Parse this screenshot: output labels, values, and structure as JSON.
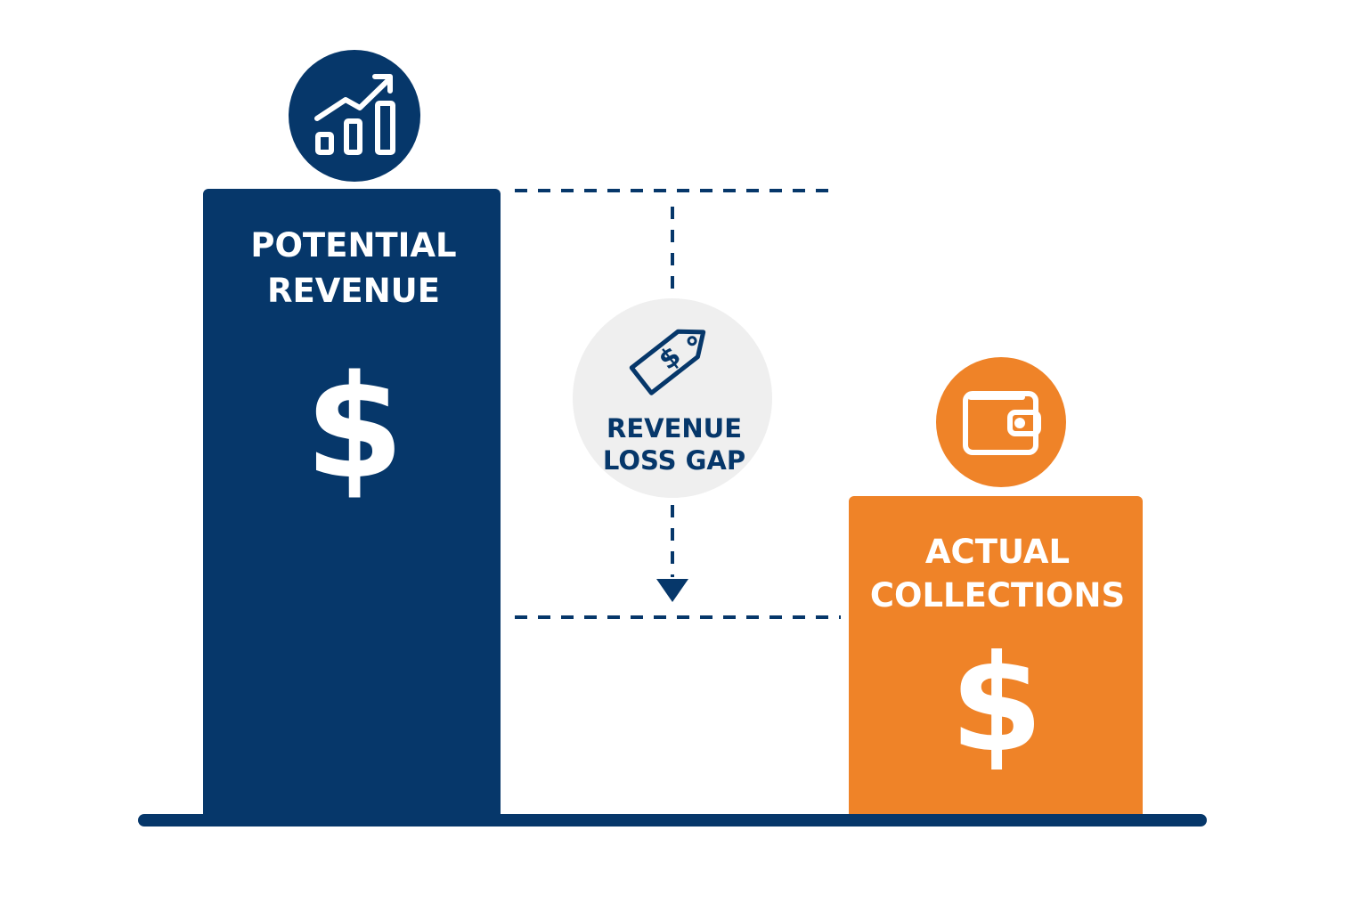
{
  "colors": {
    "navy": "#06376a",
    "orange": "#ef8328",
    "gap_circle": "#efefef",
    "background": "#ffffff"
  },
  "potential_revenue": {
    "label_line1": "POTENTIAL",
    "label_line2": "REVENUE",
    "symbol": "$",
    "icon": "growth-chart-icon"
  },
  "revenue_gap": {
    "label_line1": "REVENUE",
    "label_line2": "LOSS GAP",
    "icon": "price-tag-icon",
    "tag_symbol": "$"
  },
  "actual_collections": {
    "label_line1": "ACTUAL",
    "label_line2": "COLLECTIONS",
    "symbol": "$",
    "icon": "wallet-icon"
  }
}
